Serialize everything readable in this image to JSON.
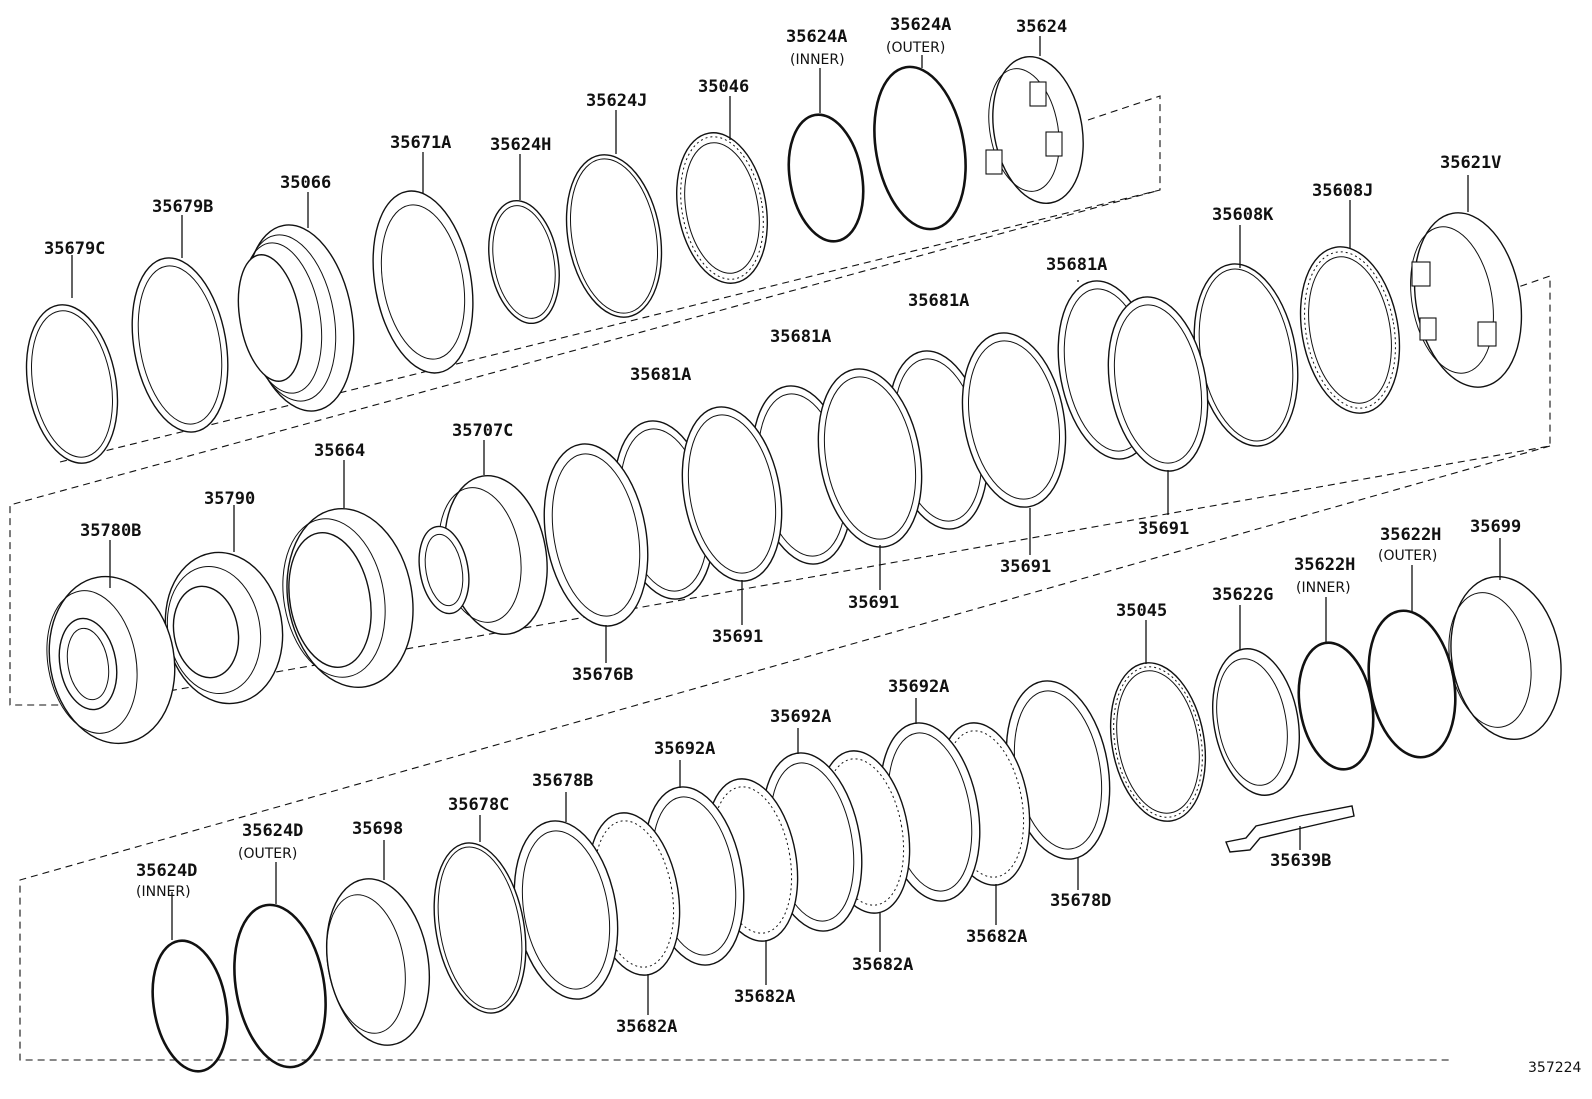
{
  "diagram": {
    "figure_number": "357224",
    "labels": {
      "35679C": "35679C",
      "35679B": "35679B",
      "35066": "35066",
      "35671A": "35671A",
      "35624H": "35624H",
      "35624J": "35624J",
      "35046": "35046",
      "35624A_inner": "35624A",
      "35624A_inner_note": "(INNER)",
      "35624A_outer": "35624A",
      "35624A_outer_note": "(OUTER)",
      "35624": "35624",
      "35621V": "35621V",
      "35608J": "35608J",
      "35608K": "35608K",
      "35681A_1": "35681A",
      "35681A_2": "35681A",
      "35681A_3": "35681A",
      "35681A_4": "35681A",
      "35691_1": "35691",
      "35691_2": "35691",
      "35691_3": "35691",
      "35691_4": "35691",
      "35676B": "35676B",
      "35707C": "35707C",
      "35664": "35664",
      "35790": "35790",
      "35780B": "35780B",
      "35699": "35699",
      "35622H_outer": "35622H",
      "35622H_outer_note": "(OUTER)",
      "35622H_inner": "35622H",
      "35622H_inner_note": "(INNER)",
      "35622G": "35622G",
      "35045": "35045",
      "35639B": "35639B",
      "35692A_1": "35692A",
      "35692A_2": "35692A",
      "35692A_3": "35692A",
      "35678B": "35678B",
      "35678C": "35678C",
      "35678D": "35678D",
      "35698": "35698",
      "35624D_outer": "35624D",
      "35624D_outer_note": "(OUTER)",
      "35624D_inner": "35624D",
      "35624D_inner_note": "(INNER)",
      "35682A_1": "35682A",
      "35682A_2": "35682A",
      "35682A_3": "35682A",
      "35682A_4": "35682A"
    }
  }
}
